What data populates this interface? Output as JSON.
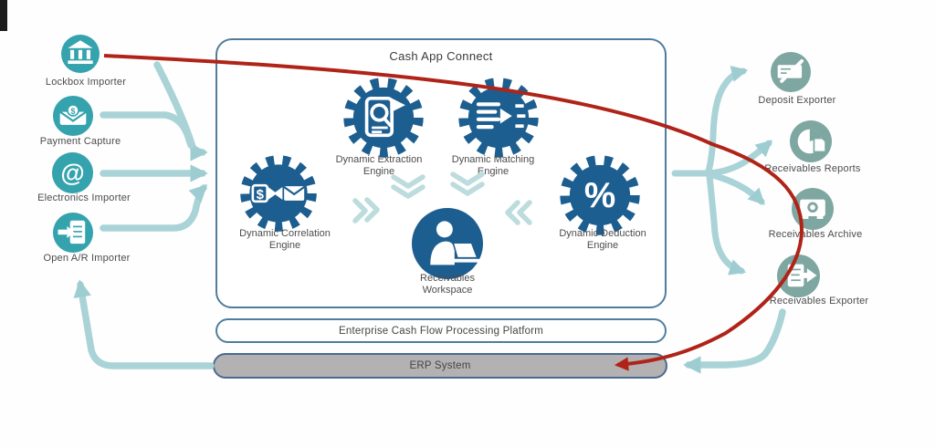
{
  "title": {
    "text": "Cash App Connect"
  },
  "left_nodes": [
    {
      "label": "Lockbox Importer",
      "icon": "bank-icon"
    },
    {
      "label": "Payment Capture",
      "icon": "envelope-dollar-icon",
      "symbol": "$"
    },
    {
      "label": "Electronics Importer",
      "icon": "at-sign-icon",
      "symbol": "@"
    },
    {
      "label": "Open A/R Importer",
      "icon": "document-import-icon"
    }
  ],
  "right_nodes": [
    {
      "label": "Deposit Exporter",
      "icon": "check-pen-icon"
    },
    {
      "label": "Receivables Reports",
      "icon": "pie-chart-icon"
    },
    {
      "label": "Receivables Archive",
      "icon": "archive-safe-icon"
    },
    {
      "label": "Receivables Exporter",
      "icon": "document-export-icon"
    }
  ],
  "engines": [
    {
      "line1": "Dynamic Correlation",
      "line2": "Engine",
      "icon": "correlation-gear-icon",
      "symbol": "$"
    },
    {
      "line1": "Dynamic Extraction",
      "line2": "Engine",
      "icon": "extraction-gear-icon"
    },
    {
      "line1": "Dynamic Matching",
      "line2": "Engine",
      "icon": "matching-gear-icon"
    },
    {
      "line1": "Dynamic Deduction",
      "line2": "Engine",
      "icon": "deduction-gear-icon",
      "symbol": "%"
    }
  ],
  "workspace": {
    "line1": "Receivables",
    "line2": "Workspace",
    "icon": "person-laptop-icon"
  },
  "bars": {
    "platform": "Enterprise Cash Flow Processing Platform",
    "erp": "ERP System"
  },
  "colors": {
    "teal_circle": "#35a3ad",
    "sage_circle": "#7fa7a2",
    "gear_blue": "#1d5e90",
    "connector_teal": "#a9d3d6",
    "chevron_teal": "#bcdcdd",
    "red_line": "#b02318",
    "box_border": "#4f7d9e",
    "erp_fill": "#b4b1b2",
    "label_gray": "#4c4c4c"
  }
}
